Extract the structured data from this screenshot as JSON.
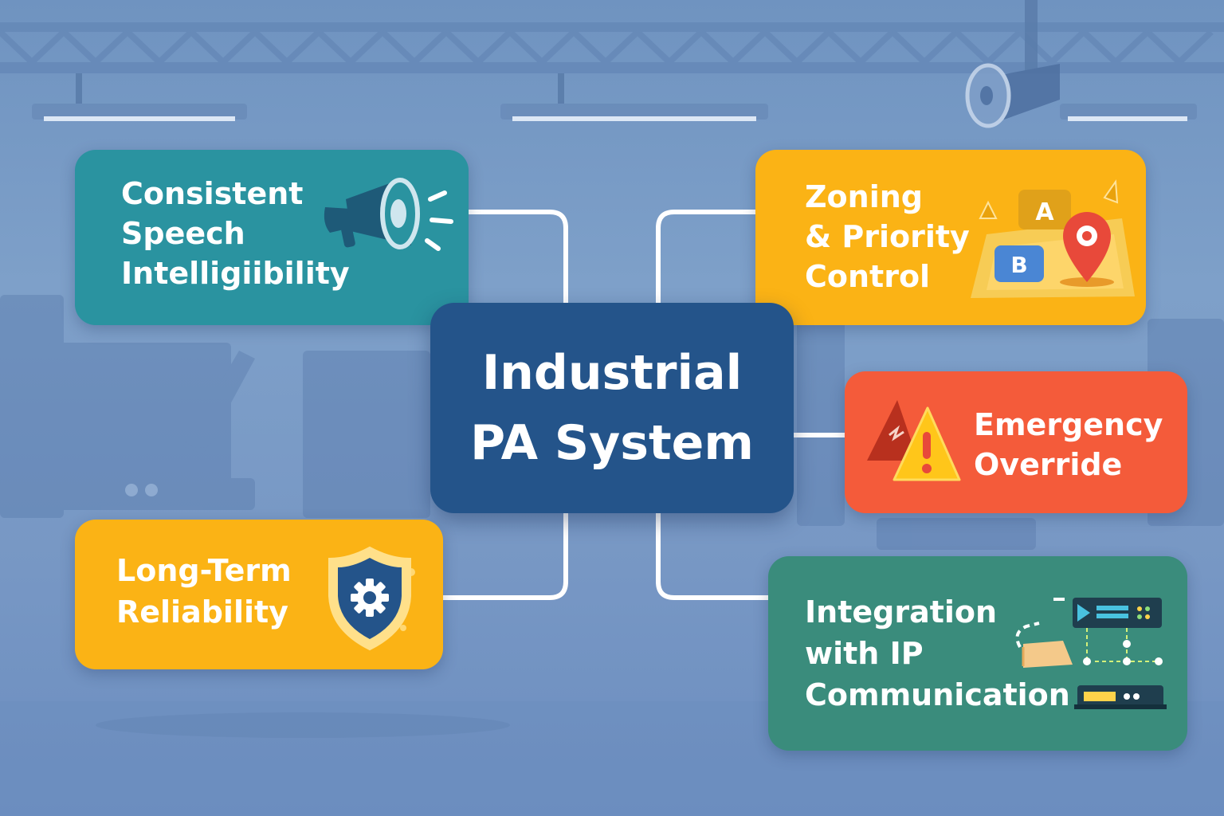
{
  "center": {
    "title": "Industrial\nPA System",
    "color": "#24548a"
  },
  "features": {
    "speech": {
      "label": "Consistent\nSpeech\nIntelligiibility",
      "color": "#2a93a0",
      "icon": "megaphone-icon"
    },
    "zoning": {
      "label": "Zoning\n& Priority\nControl",
      "color": "#fbb315",
      "icon": "zone-map-icon",
      "zone_a": "A",
      "zone_b": "B"
    },
    "emergency": {
      "label": "Emergency\nOverride",
      "color": "#f45b3a",
      "icon": "warning-icon"
    },
    "reliability": {
      "label": "Long-Term\nReliability",
      "color": "#fbb315",
      "icon": "shield-gear-icon"
    },
    "integration": {
      "label": "Integration\nwith IP\nCommunication",
      "color": "#3a8c7c",
      "icon": "network-devices-icon"
    }
  },
  "connector_color": "#ffffff"
}
